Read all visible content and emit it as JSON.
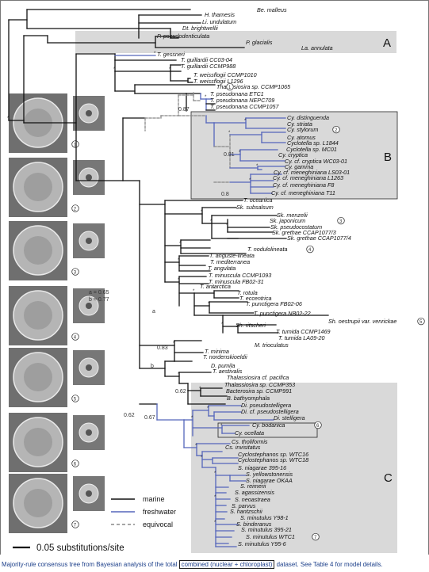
{
  "colors": {
    "marine": "#111111",
    "freshwater": "#5566bb",
    "equivocal": "#888888",
    "shaded_box": "#d9d9d9",
    "caption_text": "#1c3f8a"
  },
  "box_labels": {
    "a": "A",
    "b": "B",
    "c": "C"
  },
  "taxa": [
    "Be. malleus",
    "H. thamesis",
    "Li. undulatum",
    "Dt. brightwellii",
    "P. pseudodenticulata",
    "P. glacialis",
    "La. annulata",
    "T. gessneri",
    "T. guillardii CC03-04",
    "T. guillardii CCMP988",
    "T. weissflogii CCMP1010",
    "T. weissflogii L1296",
    "Thalassiosira sp. CCMP1065",
    "T. pseudonana ETC1",
    "T. pseudonana NEPC709",
    "T. pseudonana CCMP1057",
    "Cy. distinguenda",
    "Cy. striata",
    "Cy. stylorum",
    "Cy. atomus",
    "Cyclotella sp. L1844",
    "Cyclotella sp. MC01",
    "Cy. cryptica",
    "Cy. cf. cryptica WC03-01",
    "Cy. gamma",
    "Cy. cf. meneghiniana LS03-01",
    "Cy. cf. meneghiniana L1263",
    "Cy. cf. meneghiniana F8",
    "Cy. cf. meneghiniana T11",
    "T. oceanica",
    "Sk. subsalsum",
    "Sk. menzelii",
    "Sk. japonicum",
    "Sk. pseudocostatum",
    "Sk. grethae CCAP1077/3",
    "Sk. grethae CCAP1077/4",
    "T. nodulolineata",
    "T. anguste-lineata",
    "T. mediterranea",
    "T. angulata",
    "T. minuscula CCMP1093",
    "T. minuscula FB02-31",
    "T. antarctica",
    "T. rotula",
    "T. eccentrica",
    "T. punctigera FB02-06",
    "T. punctigera NB02-22",
    "Sh. oestrupii var. venrickae",
    "Sh. ritscheri",
    "T. tumida CCMP1469",
    "T. tumida LA09-20",
    "M. trioculatus",
    "T. minima",
    "T. nordenskioeldii",
    "D. pumila",
    "T. aestivalis",
    "Thalassiosira cf. pacifica",
    "Thalassiosira sp. CCMP353",
    "Bacterosira sp. CCMP991",
    "B. bathyomphala",
    "Di. pseudostelligera",
    "Di. cf. pseudostelligera",
    "Di. stelligera",
    "Cy. bodanica",
    "Cy. ocellata",
    "Cs. tholiformis",
    "Cs. invisitatus",
    "Cyclostephanos sp. WTC16",
    "Cyclostephanos sp. WTC18",
    "S. niagarae 395-16",
    "S. yellowstonensis",
    "S. niagarae OKAA",
    "S. reimerii",
    "S. agassizensis",
    "S. neoastraea",
    "S. parvus",
    "S. hantzschii",
    "S. minutulus Y98-1",
    "S. binderanus",
    "S. minutulus 395-21",
    "S. minutulus WTC1",
    "S. minutulus Y95-6"
  ],
  "support_values": [
    "0.87",
    "0.81",
    "0.8",
    "0.83",
    "0.62",
    "0.62",
    "0.67",
    "a = 0.65",
    "b = 0.77",
    "a",
    "b"
  ],
  "photo_numbers": [
    "1",
    "2",
    "3",
    "4",
    "5",
    "6",
    "7"
  ],
  "legend": {
    "marine": "marine",
    "freshwater": "freshwater",
    "equivocal": "equivocal"
  },
  "scale_bar": "0.05 substitutions/site",
  "caption": {
    "pre": "Majority-rule consensus tree from Bayesian analysis of the total ",
    "boxed": "combined (nuclear + chloroplast)",
    "post": " dataset. ",
    "link": "See Table 4 for model details."
  }
}
